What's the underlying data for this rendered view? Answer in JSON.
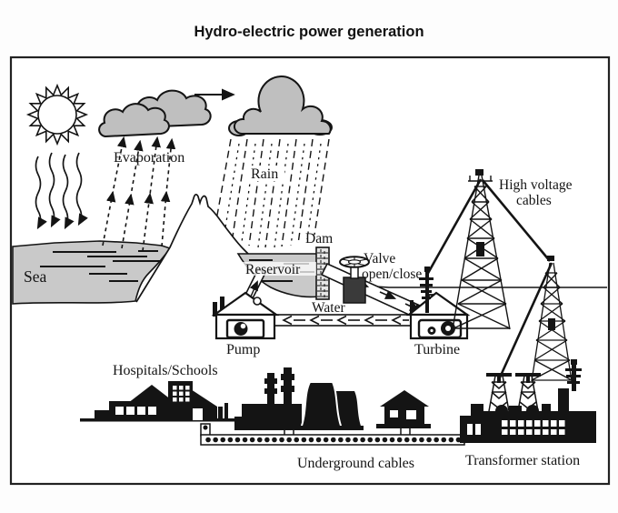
{
  "title": "Hydro-electric power generation",
  "colors": {
    "ink": "#141414",
    "water_gray": "#c9c9c9",
    "cloud_gray": "#bfbfbf",
    "background": "#fdfdfd"
  },
  "diagram": {
    "labels": {
      "sea": "Sea",
      "evaporation": "Evaporation",
      "rain": "Rain",
      "dam": "Dam",
      "reservoir": "Reservoir",
      "valve_line1": "Valve",
      "valve_line2": "open/close",
      "water": "Water",
      "pump": "Pump",
      "turbine": "Turbine",
      "high_voltage_line1": "High voltage",
      "high_voltage_line2": "cables",
      "hospitals": "Hospitals/Schools",
      "underground": "Underground cables",
      "transformer": "Transformer station"
    },
    "icons": {
      "sun": "sun-icon",
      "clouds": "cloud-icon",
      "rain_cloud": "rain-cloud-icon",
      "mountain": "mountain-icon",
      "dam": "dam-icon",
      "valve": "valve-wheel-icon",
      "pump_house": "pump-house-icon",
      "turbine_house": "turbine-house-icon",
      "pylon": "pylon-icon",
      "hospitals": "hospital-buildings-icon",
      "factory": "power-plant-icon",
      "house": "house-icon",
      "transformer": "transformer-station-icon",
      "underground_cable": "underground-cable-icon"
    }
  }
}
